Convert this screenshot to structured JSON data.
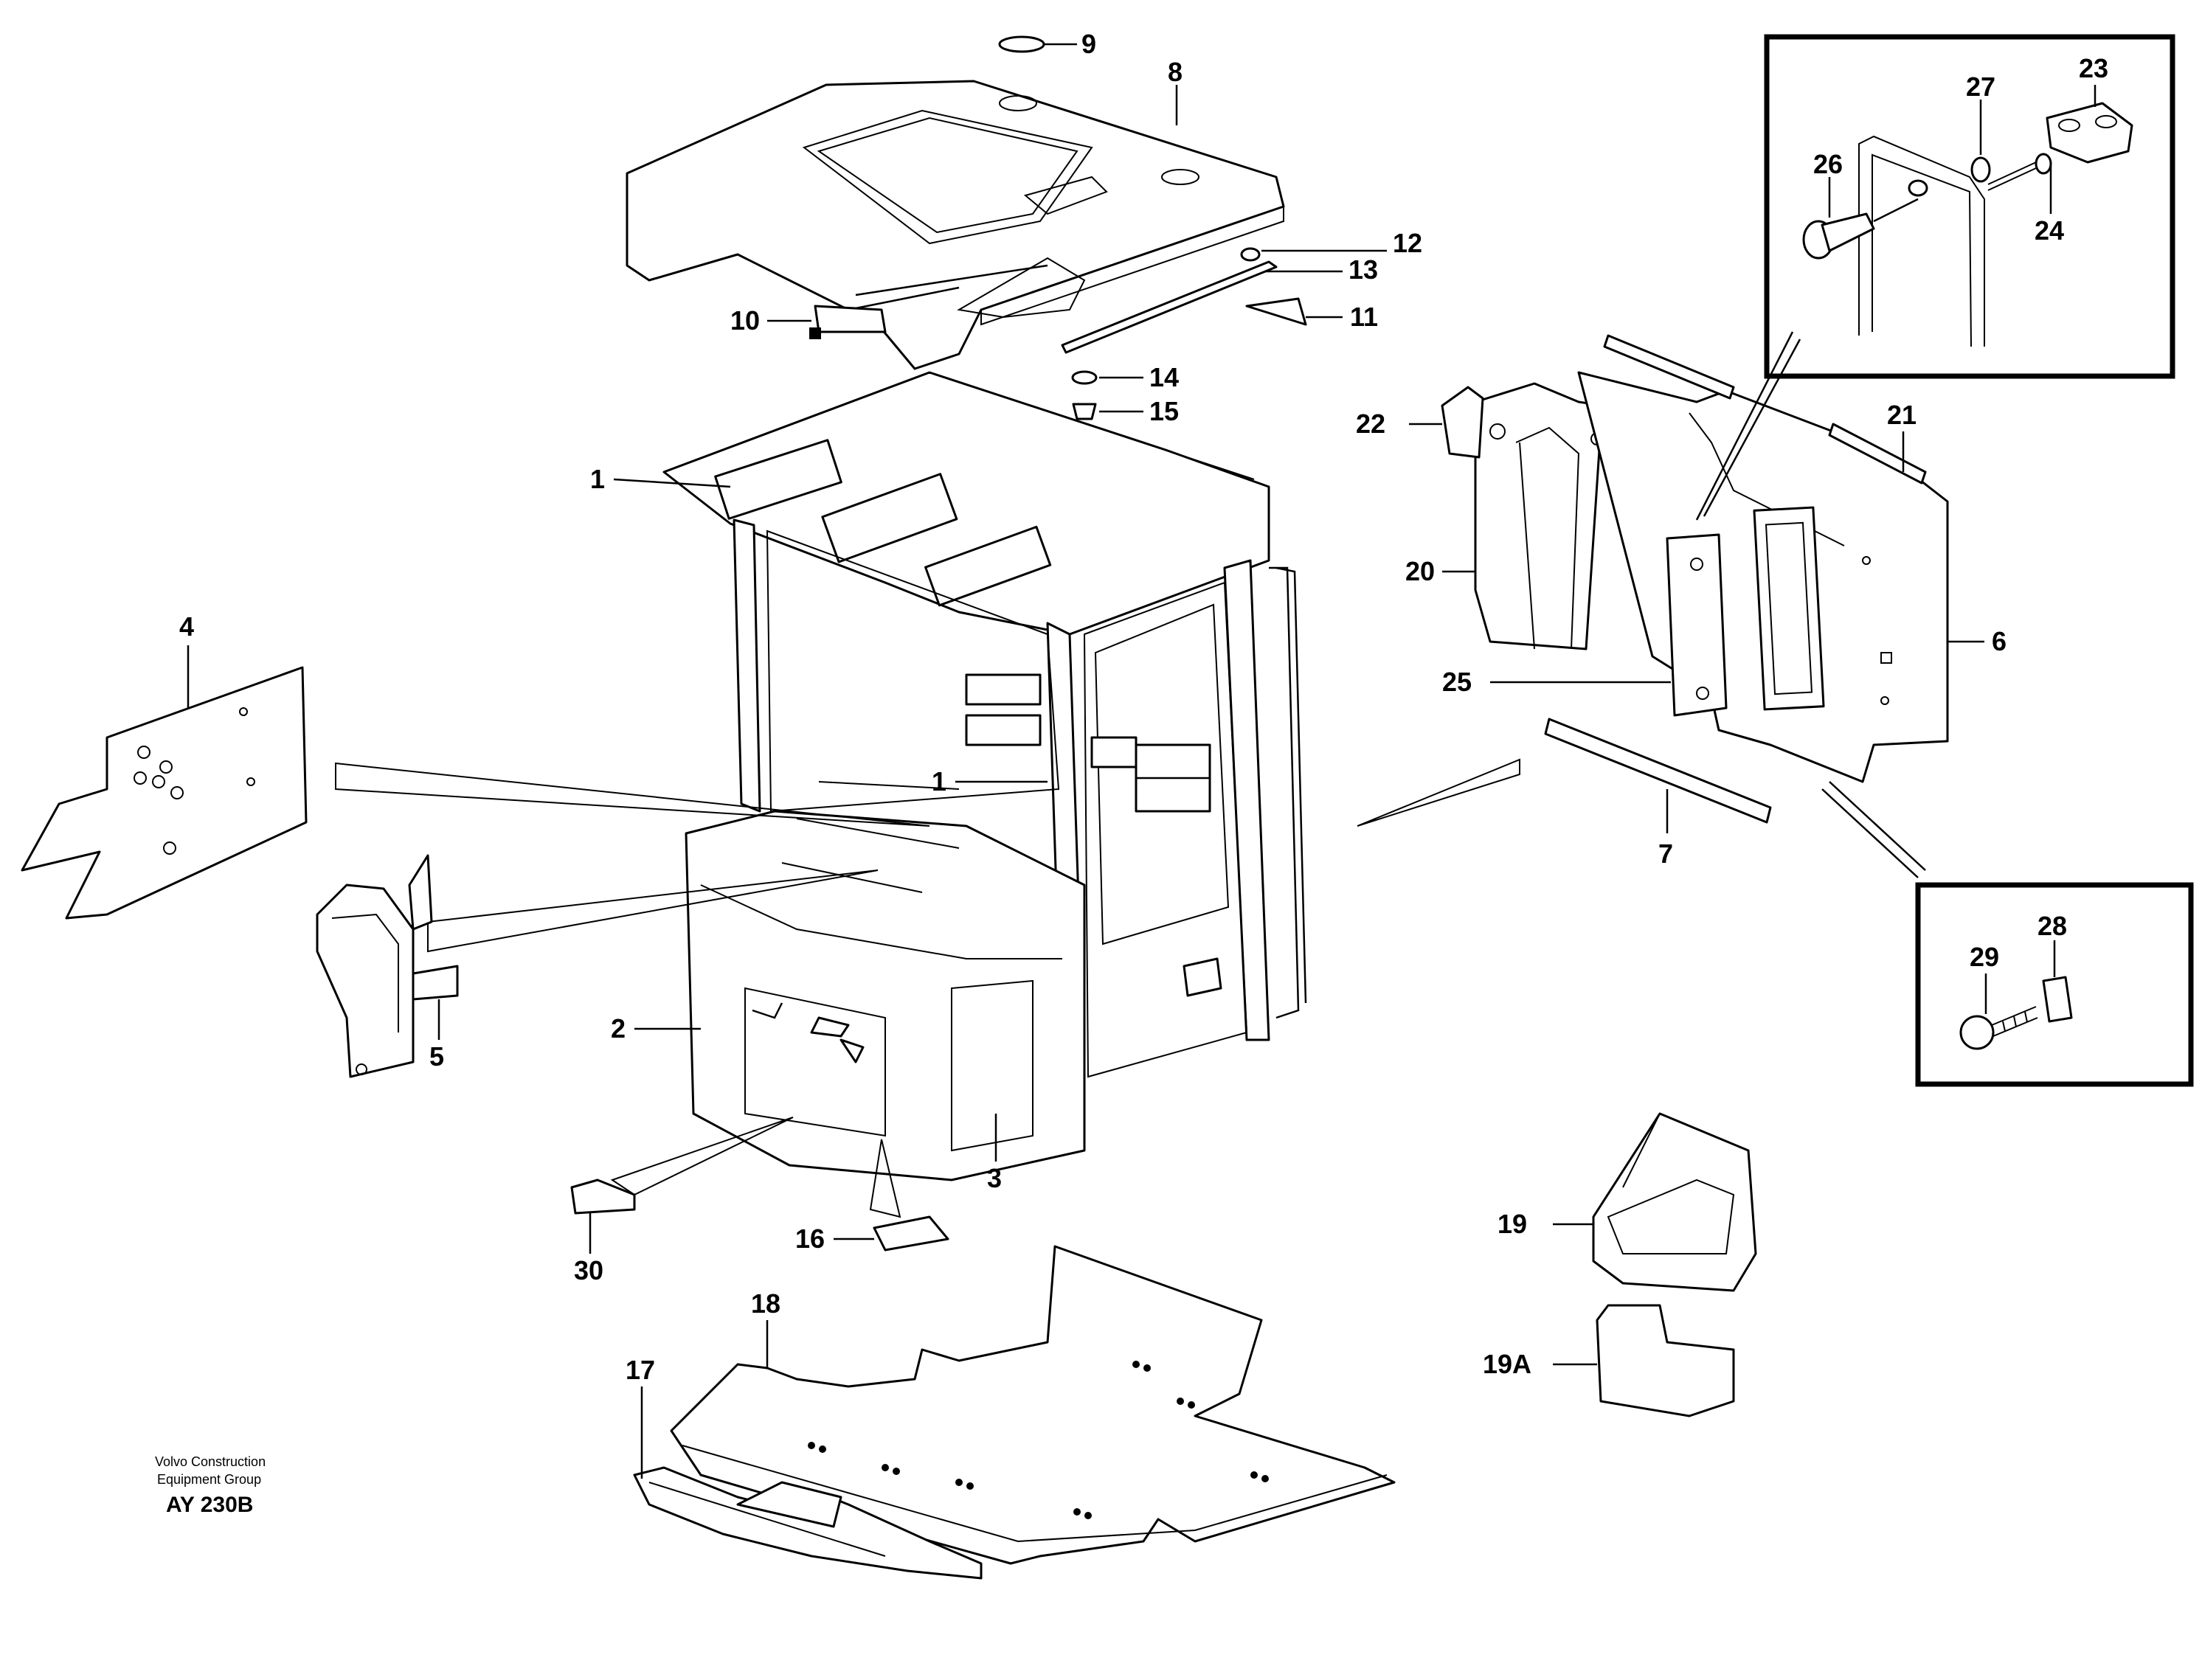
{
  "labels": {
    "p1a": "1",
    "p1b": "1",
    "p2": "2",
    "p3": "3",
    "p4": "4",
    "p5": "5",
    "p6": "6",
    "p7": "7",
    "p8": "8",
    "p9": "9",
    "p10": "10",
    "p11": "11",
    "p12": "12",
    "p13": "13",
    "p14": "14",
    "p15": "15",
    "p16": "16",
    "p17": "17",
    "p18": "18",
    "p19": "19",
    "p19a": "19A",
    "p20": "20",
    "p21": "21",
    "p22": "22",
    "p23": "23",
    "p24": "24",
    "p25": "25",
    "p26": "26",
    "p27": "27",
    "p28": "28",
    "p29": "29",
    "p30": "30"
  },
  "credit": {
    "line1": "Volvo Construction",
    "line2": "Equipment Group",
    "code": "AY 230B"
  }
}
